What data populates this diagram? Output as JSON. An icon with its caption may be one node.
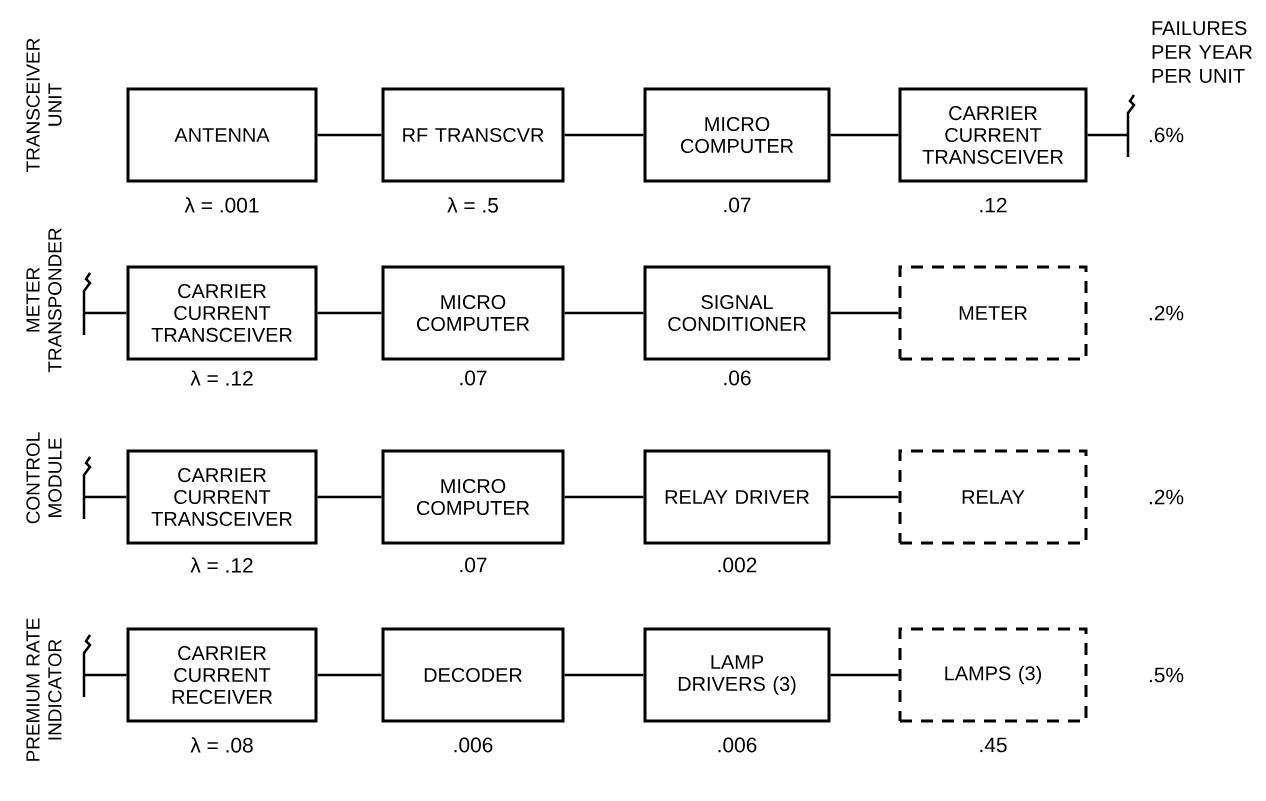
{
  "diagram": {
    "nodes": [
      {
        "text": [
          "ANTENNA"
        ],
        "beside": [
          "λ = .001"
        ]
      },
      {
        "text": [
          "RF TRANSCVR"
        ],
        "beside": [
          "λ = .5"
        ]
      },
      {
        "text": [
          "MICRO COMPUTER"
        ],
        "beside": [
          ".07"
        ]
      },
      {
        "text": [
          "CARRIER CURRENT TRANSCEIVER"
        ],
        "beside": [
          ".12"
        ]
      },
      {
        "text": [
          "CARRIER CURRENT TRANSCEIVER"
        ],
        "beside": [
          "λ = .12"
        ]
      },
      {
        "text": [
          "MICRO COMPUTER"
        ],
        "beside": [
          ".07"
        ]
      },
      {
        "text": [
          "SIGNAL CONDITIONER"
        ],
        "beside": [
          ".06"
        ]
      },
      {
        "text": [
          "METER"
        ]
      },
      {
        "text": [
          "CARRIER CURRENT TRANSCEIVER"
        ],
        "beside": [
          "λ = .12"
        ]
      },
      {
        "text": [
          "MICRO COMPUTER"
        ],
        "beside": [
          ".07"
        ]
      },
      {
        "text": [
          "RELAY DRIVER"
        ],
        "beside": [
          ".002"
        ]
      },
      {
        "text": [
          "RELAY"
        ]
      },
      {
        "text": [
          "CARRIER CURRENT RECEIVER"
        ],
        "beside": [
          "λ = .08"
        ]
      },
      {
        "text": [
          "DECODER"
        ],
        "beside": [
          ".006"
        ]
      },
      {
        "text": [
          "LAMP DRIVERS (3)"
        ],
        "beside": [
          ".006"
        ]
      },
      {
        "text": [
          "LAMPS (3)"
        ],
        "beside": [
          ".45"
        ]
      }
    ],
    "edges": [
      {
        "from": 0,
        "to": 1,
        "arrow": "none"
      },
      {
        "from": 1,
        "to": 2,
        "arrow": "none"
      },
      {
        "from": 2,
        "to": 3,
        "arrow": "none"
      },
      {
        "from": 3,
        "to": null,
        "arrow": "none"
      },
      {
        "from": null,
        "to": 4,
        "arrow": "none"
      },
      {
        "from": 4,
        "to": 5,
        "arrow": "none"
      },
      {
        "from": 5,
        "to": 6,
        "arrow": "none"
      },
      {
        "from": 6,
        "to": 7,
        "arrow": "none"
      },
      {
        "from": null,
        "to": 8,
        "arrow": "none"
      },
      {
        "from": 8,
        "to": 9,
        "arrow": "none"
      },
      {
        "from": 9,
        "to": 10,
        "arrow": "none"
      },
      {
        "from": 10,
        "to": 11,
        "arrow": "none"
      },
      {
        "from": null,
        "to": 12,
        "arrow": "none"
      },
      {
        "from": 12,
        "to": 13,
        "arrow": "none"
      },
      {
        "from": 13,
        "to": 14,
        "arrow": "none"
      },
      {
        "from": 14,
        "to": 15,
        "arrow": "none"
      }
    ],
    "labels": [
      "TRANSCEIVER UNIT",
      "FAILURES PER YEAR PER UNIT",
      ".6%",
      "METER TRANSPONDER",
      ".2%",
      "CONTROL MODULE",
      ".2%",
      "PREMIUM RATE INDICATOR",
      ".5%"
    ]
  }
}
